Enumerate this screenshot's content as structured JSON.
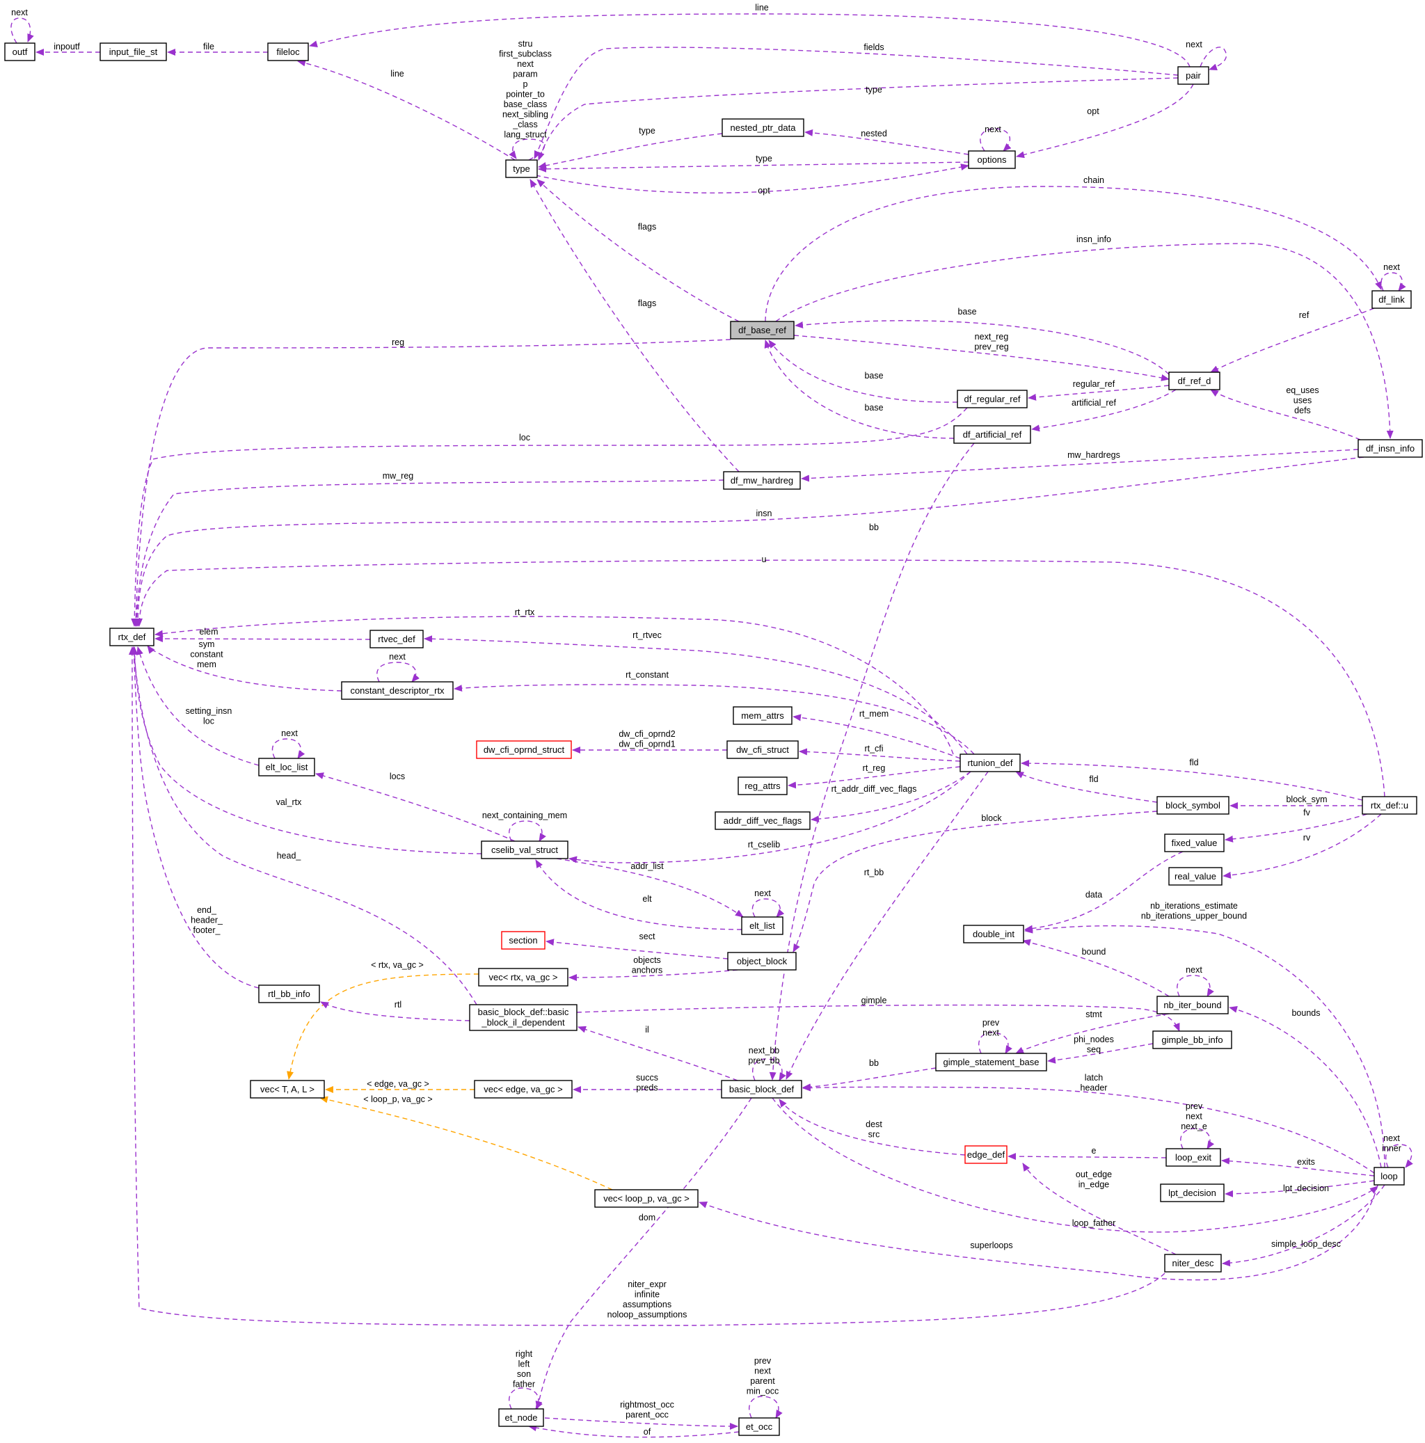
{
  "diagram": {
    "colors": {
      "edge": "#9a32cd",
      "template_edge": "#ffa500",
      "node_border": "#000000",
      "node_red_border": "#ff0000",
      "highlight_fill": "#bfbfbf"
    },
    "nodes": [
      {
        "id": "outf",
        "label": "outf"
      },
      {
        "id": "input_file_st",
        "label": "input_file_st"
      },
      {
        "id": "fileloc",
        "label": "fileloc"
      },
      {
        "id": "type",
        "label": "type"
      },
      {
        "id": "pair",
        "label": "pair"
      },
      {
        "id": "nested_ptr_data",
        "label": "nested_ptr_data"
      },
      {
        "id": "options",
        "label": "options"
      },
      {
        "id": "df_link",
        "label": "df_link"
      },
      {
        "id": "df_base_ref",
        "label": "df_base_ref",
        "highlight": true
      },
      {
        "id": "df_ref_d",
        "label": "df_ref_d"
      },
      {
        "id": "df_regular_ref",
        "label": "df_regular_ref"
      },
      {
        "id": "df_artificial_ref",
        "label": "df_artificial_ref"
      },
      {
        "id": "df_insn_info",
        "label": "df_insn_info"
      },
      {
        "id": "df_mw_hardreg",
        "label": "df_mw_hardreg"
      },
      {
        "id": "rtx_def",
        "label": "rtx_def"
      },
      {
        "id": "rtvec_def",
        "label": "rtvec_def"
      },
      {
        "id": "constant_descriptor_rtx",
        "label": "constant_descriptor_rtx"
      },
      {
        "id": "mem_attrs",
        "label": "mem_attrs"
      },
      {
        "id": "dw_cfi_oprnd_struct",
        "label": "dw_cfi_oprnd_struct",
        "red": true
      },
      {
        "id": "dw_cfi_struct",
        "label": "dw_cfi_struct"
      },
      {
        "id": "rtunion_def",
        "label": "rtunion_def"
      },
      {
        "id": "reg_attrs",
        "label": "reg_attrs"
      },
      {
        "id": "addr_diff_vec_flags",
        "label": "addr_diff_vec_flags"
      },
      {
        "id": "elt_loc_list",
        "label": "elt_loc_list"
      },
      {
        "id": "cselib_val_struct",
        "label": "cselib_val_struct"
      },
      {
        "id": "block_symbol",
        "label": "block_symbol"
      },
      {
        "id": "rtx_def_u",
        "label": "rtx_def::u"
      },
      {
        "id": "fixed_value",
        "label": "fixed_value"
      },
      {
        "id": "real_value",
        "label": "real_value"
      },
      {
        "id": "elt_list",
        "label": "elt_list"
      },
      {
        "id": "double_int",
        "label": "double_int"
      },
      {
        "id": "section",
        "label": "section",
        "red": true
      },
      {
        "id": "object_block",
        "label": "object_block"
      },
      {
        "id": "vec_rtx",
        "label": "vec< rtx, va_gc >"
      },
      {
        "id": "rtl_bb_info",
        "label": "rtl_bb_info"
      },
      {
        "id": "bb_il_dependent",
        "label": "basic_block_def::basic_block_il_dependent",
        "lines": [
          "basic_block_def::basic",
          "_block_il_dependent"
        ]
      },
      {
        "id": "nb_iter_bound",
        "label": "nb_iter_bound"
      },
      {
        "id": "gimple_bb_info",
        "label": "gimple_bb_info"
      },
      {
        "id": "vec_T_A_L",
        "label": "vec< T, A, L >"
      },
      {
        "id": "vec_edge",
        "label": "vec< edge, va_gc >"
      },
      {
        "id": "basic_block_def",
        "label": "basic_block_def"
      },
      {
        "id": "gimple_statement_base",
        "label": "gimple_statement_base"
      },
      {
        "id": "edge_def",
        "label": "edge_def",
        "red": true
      },
      {
        "id": "loop_exit",
        "label": "loop_exit"
      },
      {
        "id": "loop",
        "label": "loop"
      },
      {
        "id": "lpt_decision",
        "label": "lpt_decision"
      },
      {
        "id": "vec_loop_p",
        "label": "vec< loop_p, va_gc >"
      },
      {
        "id": "niter_desc",
        "label": "niter_desc"
      },
      {
        "id": "et_node",
        "label": "et_node"
      },
      {
        "id": "et_occ",
        "label": "et_occ"
      }
    ],
    "edges": [
      {
        "from": "outf",
        "to": "outf",
        "label": [
          "next"
        ]
      },
      {
        "from": "input_file_st",
        "to": "outf",
        "label": [
          "inpoutf"
        ]
      },
      {
        "from": "fileloc",
        "to": "input_file_st",
        "label": [
          "file"
        ]
      },
      {
        "from": "pair",
        "to": "fileloc",
        "label": [
          "line"
        ]
      },
      {
        "from": "type",
        "to": "fileloc",
        "label": [
          "line"
        ]
      },
      {
        "from": "type",
        "to": "type",
        "label": [
          "stru",
          "first_subclass",
          "next",
          "param",
          "p",
          "pointer_to",
          "base_class",
          "next_sibling",
          "_class",
          "lang_struct"
        ]
      },
      {
        "from": "pair",
        "to": "type",
        "label": [
          "fields"
        ]
      },
      {
        "from": "pair",
        "to": "type",
        "label": [
          "type"
        ]
      },
      {
        "from": "pair",
        "to": "pair",
        "label": [
          "next"
        ]
      },
      {
        "from": "pair",
        "to": "options",
        "label": [
          "opt"
        ]
      },
      {
        "from": "nested_ptr_data",
        "to": "type",
        "label": [
          "type"
        ]
      },
      {
        "from": "options",
        "to": "nested_ptr_data",
        "label": [
          "nested"
        ]
      },
      {
        "from": "options",
        "to": "options",
        "label": [
          "next"
        ]
      },
      {
        "from": "options",
        "to": "type",
        "label": [
          "type"
        ]
      },
      {
        "from": "type",
        "to": "options",
        "label": [
          "opt"
        ]
      },
      {
        "from": "df_base_ref",
        "to": "type",
        "label": [
          "flags"
        ]
      },
      {
        "from": "df_mw_hardreg",
        "to": "type",
        "label": [
          "flags"
        ]
      },
      {
        "from": "df_base_ref",
        "to": "df_link",
        "label": [
          "chain"
        ]
      },
      {
        "from": "df_base_ref",
        "to": "df_insn_info",
        "label": [
          "insn_info"
        ]
      },
      {
        "from": "df_link",
        "to": "df_link",
        "label": [
          "next"
        ]
      },
      {
        "from": "df_link",
        "to": "df_ref_d",
        "label": [
          "ref"
        ]
      },
      {
        "from": "df_ref_d",
        "to": "df_base_ref",
        "label": [
          "base"
        ]
      },
      {
        "from": "df_base_ref",
        "to": "df_ref_d",
        "label": [
          "next_reg",
          "prev_reg"
        ]
      },
      {
        "from": "df_regular_ref",
        "to": "df_base_ref",
        "label": [
          "base"
        ]
      },
      {
        "from": "df_artificial_ref",
        "to": "df_base_ref",
        "label": [
          "base"
        ]
      },
      {
        "from": "df_ref_d",
        "to": "df_regular_ref",
        "label": [
          "regular_ref"
        ]
      },
      {
        "from": "df_ref_d",
        "to": "df_artificial_ref",
        "label": [
          "artificial_ref"
        ]
      },
      {
        "from": "df_insn_info",
        "to": "df_ref_d",
        "label": [
          "eq_uses",
          "uses",
          "defs"
        ]
      },
      {
        "from": "df_base_ref",
        "to": "rtx_def",
        "label": [
          "reg"
        ]
      },
      {
        "from": "df_regular_ref",
        "to": "rtx_def",
        "label": [
          "loc"
        ]
      },
      {
        "from": "df_insn_info",
        "to": "df_mw_hardreg",
        "label": [
          "mw_hardregs"
        ]
      },
      {
        "from": "df_mw_hardreg",
        "to": "rtx_def",
        "label": [
          "mw_reg"
        ]
      },
      {
        "from": "df_insn_info",
        "to": "rtx_def",
        "label": [
          "insn"
        ]
      },
      {
        "from": "df_artificial_ref",
        "to": "basic_block_def",
        "label": [
          "bb"
        ]
      },
      {
        "from": "rtx_def_u",
        "to": "rtx_def",
        "label": [
          "u"
        ]
      },
      {
        "from": "rtunion_def",
        "to": "rtx_def",
        "label": [
          "rt_rtx"
        ]
      },
      {
        "from": "rtvec_def",
        "to": "rtx_def",
        "label": [
          "elem"
        ]
      },
      {
        "from": "rtunion_def",
        "to": "rtvec_def",
        "label": [
          "rt_rtvec"
        ]
      },
      {
        "from": "constant_descriptor_rtx",
        "to": "rtx_def",
        "label": [
          "sym",
          "constant",
          "mem"
        ]
      },
      {
        "from": "constant_descriptor_rtx",
        "to": "constant_descriptor_rtx",
        "label": [
          "next"
        ]
      },
      {
        "from": "rtunion_def",
        "to": "constant_descriptor_rtx",
        "label": [
          "rt_constant"
        ]
      },
      {
        "from": "rtunion_def",
        "to": "mem_attrs",
        "label": [
          "rt_mem"
        ]
      },
      {
        "from": "dw_cfi_struct",
        "to": "dw_cfi_oprnd_struct",
        "label": [
          "dw_cfi_oprnd2",
          "dw_cfi_oprnd1"
        ]
      },
      {
        "from": "rtunion_def",
        "to": "dw_cfi_struct",
        "label": [
          "rt_cfi"
        ]
      },
      {
        "from": "rtunion_def",
        "to": "reg_attrs",
        "label": [
          "rt_reg"
        ]
      },
      {
        "from": "rtunion_def",
        "to": "addr_diff_vec_flags",
        "label": [
          "rt_addr_diff_vec_flags"
        ]
      },
      {
        "from": "rtx_def_u",
        "to": "rtunion_def",
        "label": [
          "fld"
        ]
      },
      {
        "from": "block_symbol",
        "to": "rtunion_def",
        "label": [
          "fld"
        ]
      },
      {
        "from": "rtx_def_u",
        "to": "block_symbol",
        "label": [
          "block_sym"
        ]
      },
      {
        "from": "rtx_def_u",
        "to": "fixed_value",
        "label": [
          "fv"
        ]
      },
      {
        "from": "rtx_def_u",
        "to": "real_value",
        "label": [
          "rv"
        ]
      },
      {
        "from": "block_symbol",
        "to": "object_block",
        "label": [
          "block"
        ]
      },
      {
        "from": "elt_loc_list",
        "to": "rtx_def",
        "label": [
          "setting_insn",
          "loc"
        ]
      },
      {
        "from": "elt_loc_list",
        "to": "elt_loc_list",
        "label": [
          "next"
        ]
      },
      {
        "from": "cselib_val_struct",
        "to": "elt_loc_list",
        "label": [
          "locs"
        ]
      },
      {
        "from": "cselib_val_struct",
        "to": "rtx_def",
        "label": [
          "val_rtx"
        ]
      },
      {
        "from": "cselib_val_struct",
        "to": "cselib_val_struct",
        "label": [
          "next_containing_mem"
        ]
      },
      {
        "from": "rtunion_def",
        "to": "cselib_val_struct",
        "label": [
          "rt_cselib"
        ]
      },
      {
        "from": "cselib_val_struct",
        "to": "elt_list",
        "label": [
          "addr_list"
        ]
      },
      {
        "from": "elt_list",
        "to": "cselib_val_struct",
        "label": [
          "elt"
        ]
      },
      {
        "from": "elt_list",
        "to": "elt_list",
        "label": [
          "next"
        ]
      },
      {
        "from": "rtunion_def",
        "to": "basic_block_def",
        "label": [
          "rt_bb"
        ]
      },
      {
        "from": "fixed_value",
        "to": "double_int",
        "label": [
          "data"
        ]
      },
      {
        "from": "loop",
        "to": "double_int",
        "label": [
          "nb_iterations_estimate",
          "nb_iterations_upper_bound"
        ]
      },
      {
        "from": "nb_iter_bound",
        "to": "double_int",
        "label": [
          "bound"
        ]
      },
      {
        "from": "nb_iter_bound",
        "to": "nb_iter_bound",
        "label": [
          "next"
        ]
      },
      {
        "from": "loop",
        "to": "nb_iter_bound",
        "label": [
          "bounds"
        ]
      },
      {
        "from": "bb_il_dependent",
        "to": "rtx_def",
        "label": [
          "head_"
        ]
      },
      {
        "from": "rtl_bb_info",
        "to": "rtx_def",
        "label": [
          "end_",
          "header_",
          "footer_"
        ]
      },
      {
        "from": "object_block",
        "to": "section",
        "label": [
          "sect"
        ]
      },
      {
        "from": "object_block",
        "to": "vec_rtx",
        "label": [
          "objects",
          "anchors"
        ]
      },
      {
        "from": "vec_rtx",
        "to": "vec_T_A_L",
        "label": [
          "< rtx, va_gc >"
        ],
        "template": true
      },
      {
        "from": "bb_il_dependent",
        "to": "rtl_bb_info",
        "label": [
          "rtl"
        ]
      },
      {
        "from": "bb_il_dependent",
        "to": "gimple_bb_info",
        "label": [
          "gimple"
        ]
      },
      {
        "from": "basic_block_def",
        "to": "bb_il_dependent",
        "label": [
          "il"
        ]
      },
      {
        "from": "nb_iter_bound",
        "to": "gimple_statement_base",
        "label": [
          "stmt"
        ]
      },
      {
        "from": "gimple_bb_info",
        "to": "gimple_statement_base",
        "label": [
          "phi_nodes",
          "seq"
        ]
      },
      {
        "from": "gimple_statement_base",
        "to": "gimple_statement_base",
        "label": [
          "prev",
          "next"
        ]
      },
      {
        "from": "gimple_statement_base",
        "to": "basic_block_def",
        "label": [
          "bb"
        ]
      },
      {
        "from": "basic_block_def",
        "to": "basic_block_def",
        "label": [
          "next_bb",
          "prev_bb"
        ]
      },
      {
        "from": "vec_edge",
        "to": "vec_T_A_L",
        "label": [
          "< edge, va_gc >"
        ],
        "template": true
      },
      {
        "from": "basic_block_def",
        "to": "vec_edge",
        "label": [
          "succs",
          "preds"
        ]
      },
      {
        "from": "vec_loop_p",
        "to": "vec_T_A_L",
        "label": [
          "< loop_p, va_gc >"
        ],
        "template": true
      },
      {
        "from": "loop",
        "to": "basic_block_def",
        "label": [
          "latch",
          "header"
        ]
      },
      {
        "from": "edge_def",
        "to": "basic_block_def",
        "label": [
          "dest",
          "src"
        ]
      },
      {
        "from": "loop_exit",
        "to": "edge_def",
        "label": [
          "e"
        ]
      },
      {
        "from": "loop_exit",
        "to": "loop_exit",
        "label": [
          "prev",
          "next",
          "next_e"
        ]
      },
      {
        "from": "loop",
        "to": "loop_exit",
        "label": [
          "exits"
        ]
      },
      {
        "from": "loop",
        "to": "loop",
        "label": [
          "next",
          "inner"
        ]
      },
      {
        "from": "loop",
        "to": "lpt_decision",
        "label": [
          "lpt_decision"
        ]
      },
      {
        "from": "basic_block_def",
        "to": "loop",
        "label": [
          "loop_father"
        ]
      },
      {
        "from": "niter_desc",
        "to": "edge_def",
        "label": [
          "out_edge",
          "in_edge"
        ]
      },
      {
        "from": "loop",
        "to": "vec_loop_p",
        "label": [
          "superloops"
        ]
      },
      {
        "from": "loop",
        "to": "niter_desc",
        "label": [
          "simple_loop_desc"
        ]
      },
      {
        "from": "niter_desc",
        "to": "rtx_def",
        "label": [
          "niter_expr",
          "infinite",
          "assumptions",
          "noloop_assumptions"
        ]
      },
      {
        "from": "basic_block_def",
        "to": "et_node",
        "label": [
          "dom"
        ]
      },
      {
        "from": "et_node",
        "to": "et_node",
        "label": [
          "right",
          "left",
          "son",
          "father"
        ]
      },
      {
        "from": "et_node",
        "to": "et_occ",
        "label": [
          "rightmost_occ",
          "parent_occ"
        ]
      },
      {
        "from": "et_occ",
        "to": "et_node",
        "label": [
          "of"
        ]
      },
      {
        "from": "et_occ",
        "to": "et_occ",
        "label": [
          "prev",
          "next",
          "parent",
          "min_occ"
        ]
      }
    ]
  }
}
